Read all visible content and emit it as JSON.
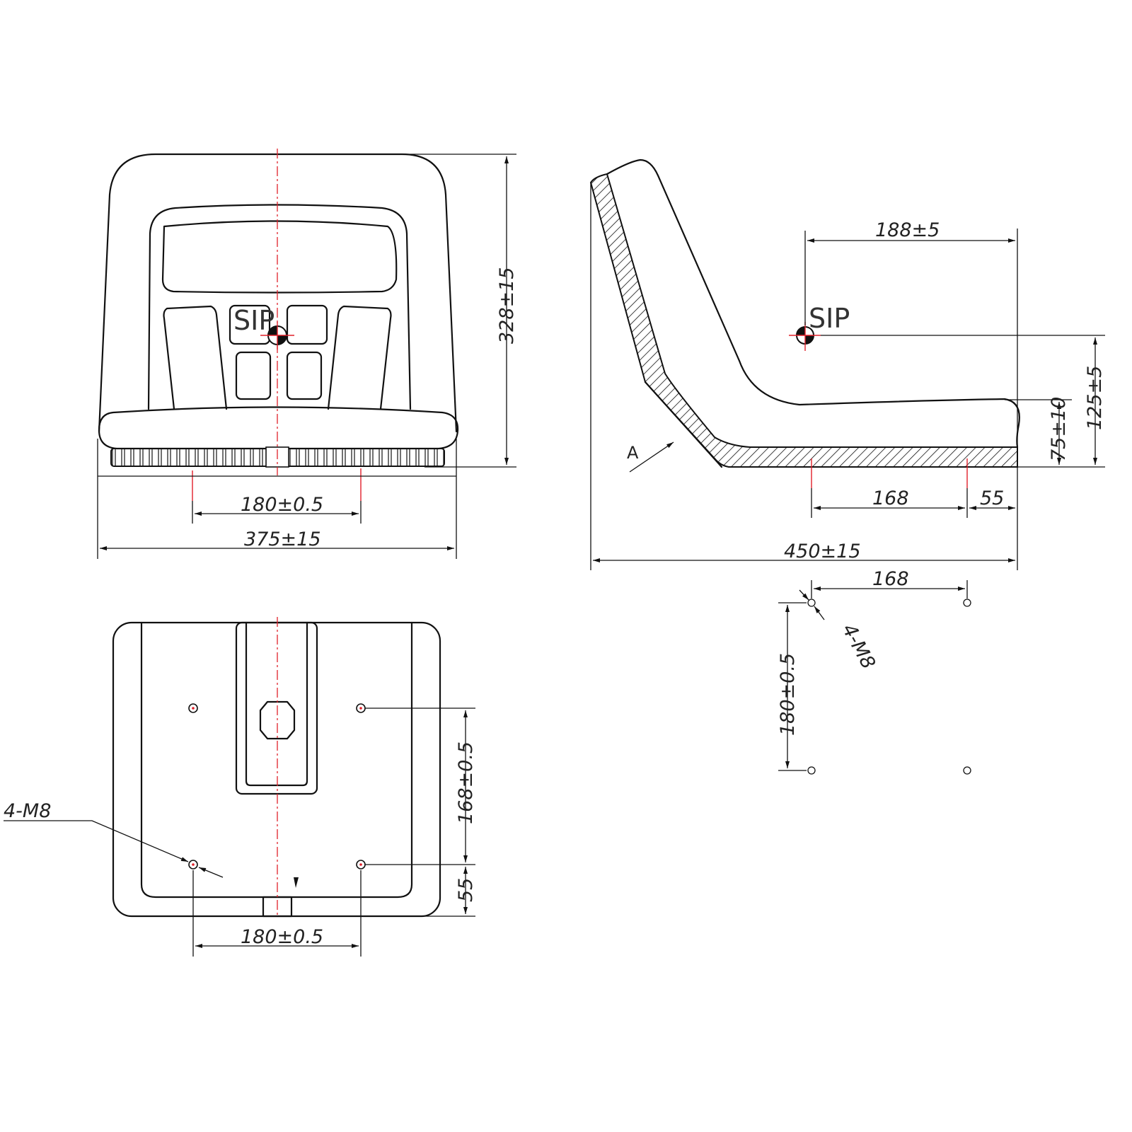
{
  "colors": {
    "lines": "#111111",
    "centerline": "#e0202a"
  },
  "front_view": {
    "sip_label": "SIP",
    "height_dim": "328±15",
    "mount_width_dim": "180±0.5",
    "overall_width_dim": "375±15"
  },
  "side_view": {
    "sip_label": "SIP",
    "sip_depth_dim": "188±5",
    "sip_height_dim": "125±5",
    "front_height_dim": "75±10",
    "mount_depth_dim": "168",
    "front_offset_dim": "55",
    "overall_depth_dim": "450±15",
    "view_arrow_label": "A"
  },
  "hole_pattern": {
    "depth_dim": "168",
    "width_dim": "180±0.5",
    "thread_label": "4-M8"
  },
  "bottom_view": {
    "thread_label": "4-M8",
    "depth_dim": "168±0.5",
    "front_offset_dim": "55",
    "width_dim": "180±0.5"
  }
}
